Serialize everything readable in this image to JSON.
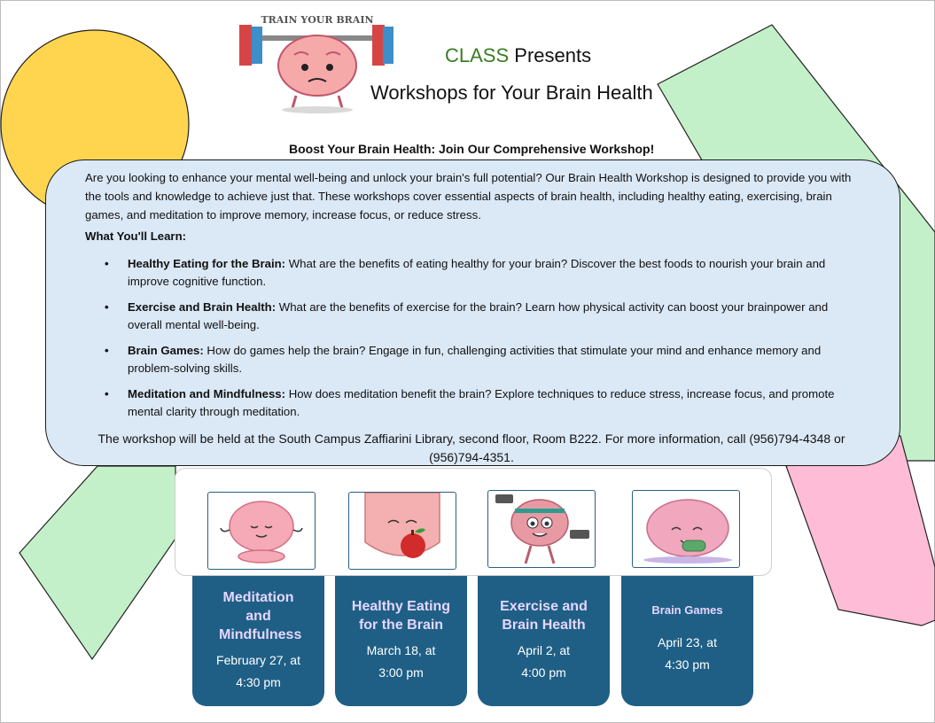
{
  "header": {
    "org": "CLASS",
    "presents": " Presents",
    "title": "Workshops for Your Brain Health",
    "logo_text": "TRAIN YOUR BRAIN"
  },
  "subtitle": "Boost Your Brain Health: Join Our Comprehensive Workshop!",
  "intro": "Are you looking to enhance your mental well-being and unlock your brain's full potential? Our Brain Health Workshop is designed to provide you with the tools and knowledge to achieve just that. These workshops cover essential aspects of brain health, including healthy eating, exercising, brain games, and meditation to improve memory, increase focus, or reduce stress.",
  "learn_heading": "What You'll Learn:",
  "bullets": [
    {
      "title": "Healthy Eating for the Brain:",
      "text": " What are the benefits of eating healthy for your brain? Discover the best foods to nourish your brain and improve cognitive function."
    },
    {
      "title": "Exercise and Brain Health:",
      "text": " What are the benefits of exercise for the brain? Learn how physical activity can boost your brainpower and overall mental well-being."
    },
    {
      "title": "Brain Games:",
      "text": " How do games help the brain? Engage in fun, challenging activities that stimulate your mind and enhance memory and problem-solving skills."
    },
    {
      "title": "Meditation and Mindfulness:",
      "text": " How does meditation benefit the brain? Explore techniques to reduce stress, increase focus, and promote mental clarity through meditation."
    }
  ],
  "footer_info": "The workshop will be held at the South Campus Zaffiarini Library, second floor, Room B222. For more information, call (956)794-4348 or (956)794-4351.",
  "cards": [
    {
      "title": "Meditation and Mindfulness",
      "date": "February 27, at",
      "time": "4:30 pm"
    },
    {
      "title": "Healthy Eating for the Brain",
      "date": "March 18, at",
      "time": "3:00 pm"
    },
    {
      "title": "Exercise and Brain Health",
      "date": "April 2, at",
      "time": "4:00 pm"
    },
    {
      "title": "Brain Games",
      "date": "April 23, at",
      "time": "4:30 pm"
    }
  ],
  "colors": {
    "class_green": "#3a7d22",
    "panel_blue": "#dbe8f6",
    "card_blue": "#1f5f85",
    "card_title": "#e5d6ff",
    "circle_yellow": "#ffd54f",
    "green_shape": "#c3f0c8",
    "pink_shape": "#ffbcd6"
  },
  "icons": [
    "brain-weightlifting-icon",
    "meditating-brain-icon",
    "brain-with-apple-icon",
    "brain-with-dumbbells-icon",
    "brain-gaming-icon"
  ]
}
